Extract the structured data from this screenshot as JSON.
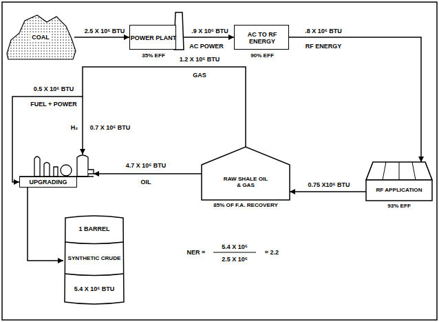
{
  "diagram": {
    "nodes": [
      {
        "text": [
          "COAL"
        ]
      },
      {
        "text": [
          "POWER PLANT",
          "35% EFF"
        ]
      },
      {
        "text": [
          "AC TO RF ENERGY",
          "90% EFF"
        ]
      },
      {
        "text": [
          "RF APPLICATION",
          "93% EFF"
        ]
      },
      {
        "text": [
          "RAW SHALE OIL & GAS",
          "85% OF F.A. RECOVERY"
        ]
      },
      {
        "text": [
          "UPGRADING"
        ]
      },
      {
        "text": [
          "1 BARREL",
          "SYNTHETIC CRUDE",
          "5.4 X 10⁶ BTU"
        ]
      }
    ],
    "edges": [
      {
        "from": 0,
        "to": 1,
        "arrow": "to",
        "label": "2.5 X 10⁶ BTU"
      },
      {
        "from": 1,
        "to": 2,
        "arrow": "to",
        "label": ".9 X 10⁶ BTU"
      },
      {
        "from": 2,
        "to": 3,
        "arrow": "to",
        "label": ".8 X 10⁶ BTU"
      },
      {
        "from": 3,
        "to": 4,
        "arrow": "to",
        "label": "0.75 X10⁶ BTU"
      },
      {
        "from": 4,
        "to": 5,
        "arrow": "to",
        "label": "4.7 X 10⁶ BTU"
      },
      {
        "from": 4,
        "to": 5,
        "arrow": "to",
        "label": "1.2 X 10⁶ BTU"
      },
      {
        "from": 5,
        "to": 6,
        "arrow": "to"
      }
    ],
    "labels": [
      "AC POWER",
      "RF ENERGY",
      "GAS",
      "0.5 X 10⁶ BTU",
      "FUEL + POWER",
      "H₂",
      "0.7 X 10⁶ BTU",
      "OIL",
      "NER =",
      "5.4 X 10⁶",
      "2.5 X 10⁶",
      "= 2.2"
    ]
  }
}
